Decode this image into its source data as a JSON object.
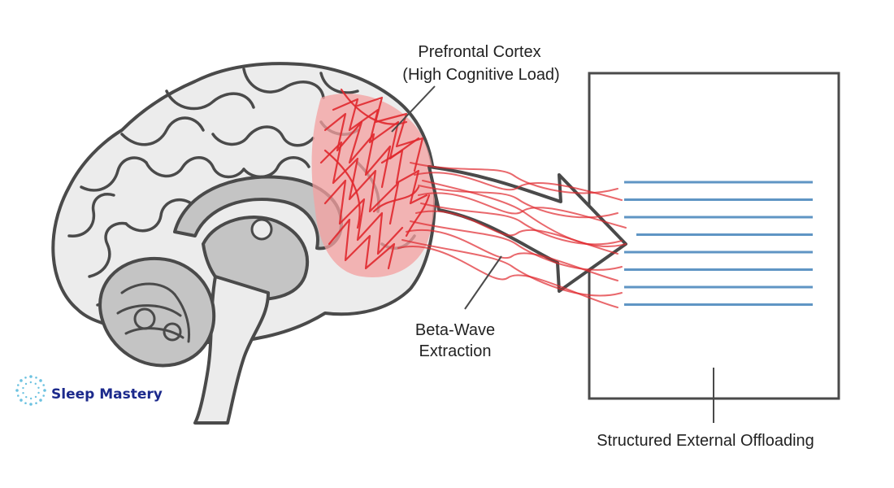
{
  "labels": {
    "prefrontal_line1": "Prefrontal Cortex",
    "prefrontal_line2": "(High Cognitive Load)",
    "beta_line1": "Beta-Wave",
    "beta_line2": "Extraction",
    "offloading": "Structured External Offloading"
  },
  "logo": {
    "text": "Sleep Mastery"
  },
  "colors": {
    "outline": "#4a4a4a",
    "brain_fill": "#ececec",
    "deep_fill": "#c4c4c4",
    "highlight": "#f4a0a0",
    "wave": "#e0282e",
    "page_lines": "#5f95c4",
    "logo_text": "#1c2a8c",
    "logo_dots": "#6cc2e0"
  },
  "document": {
    "line_count": 8
  }
}
